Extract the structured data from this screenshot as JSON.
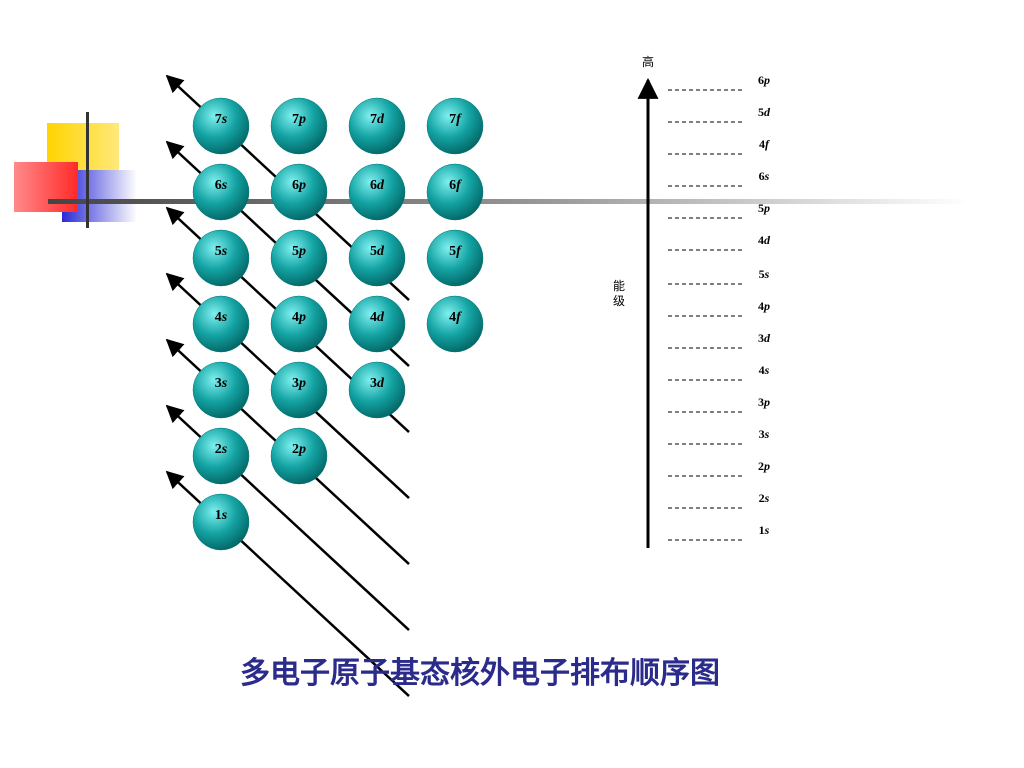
{
  "title": "多电子原子基态核外电子排布顺序图",
  "colors": {
    "sphere": "#14a3a3",
    "title": "#2b2b8c",
    "arrow": "#000000"
  },
  "orbitals": [
    {
      "row": 0,
      "col": 0,
      "n": "7",
      "l": "s"
    },
    {
      "row": 0,
      "col": 1,
      "n": "7",
      "l": "p"
    },
    {
      "row": 0,
      "col": 2,
      "n": "7",
      "l": "d"
    },
    {
      "row": 0,
      "col": 3,
      "n": "7",
      "l": "f"
    },
    {
      "row": 1,
      "col": 0,
      "n": "6",
      "l": "s"
    },
    {
      "row": 1,
      "col": 1,
      "n": "6",
      "l": "p"
    },
    {
      "row": 1,
      "col": 2,
      "n": "6",
      "l": "d"
    },
    {
      "row": 1,
      "col": 3,
      "n": "6",
      "l": "f"
    },
    {
      "row": 2,
      "col": 0,
      "n": "5",
      "l": "s"
    },
    {
      "row": 2,
      "col": 1,
      "n": "5",
      "l": "p"
    },
    {
      "row": 2,
      "col": 2,
      "n": "5",
      "l": "d"
    },
    {
      "row": 2,
      "col": 3,
      "n": "5",
      "l": "f"
    },
    {
      "row": 3,
      "col": 0,
      "n": "4",
      "l": "s"
    },
    {
      "row": 3,
      "col": 1,
      "n": "4",
      "l": "p"
    },
    {
      "row": 3,
      "col": 2,
      "n": "4",
      "l": "d"
    },
    {
      "row": 3,
      "col": 3,
      "n": "4",
      "l": "f"
    },
    {
      "row": 4,
      "col": 0,
      "n": "3",
      "l": "s"
    },
    {
      "row": 4,
      "col": 1,
      "n": "3",
      "l": "p"
    },
    {
      "row": 4,
      "col": 2,
      "n": "3",
      "l": "d"
    },
    {
      "row": 5,
      "col": 0,
      "n": "2",
      "l": "s"
    },
    {
      "row": 5,
      "col": 1,
      "n": "2",
      "l": "p"
    },
    {
      "row": 6,
      "col": 0,
      "n": "1",
      "l": "s"
    }
  ],
  "energy_axis": {
    "top_label": "高",
    "side_label": [
      "能",
      "级"
    ],
    "levels_top_to_bottom": [
      {
        "n": "6",
        "l": "p"
      },
      {
        "n": "5",
        "l": "d"
      },
      {
        "n": "4",
        "l": "f"
      },
      {
        "n": "6",
        "l": "s"
      },
      {
        "n": "5",
        "l": "p"
      },
      {
        "n": "4",
        "l": "d"
      },
      {
        "n": "5",
        "l": "s"
      },
      {
        "n": "4",
        "l": "p"
      },
      {
        "n": "3",
        "l": "d"
      },
      {
        "n": "4",
        "l": "s"
      },
      {
        "n": "3",
        "l": "p"
      },
      {
        "n": "3",
        "l": "s"
      },
      {
        "n": "2",
        "l": "p"
      },
      {
        "n": "2",
        "l": "s"
      },
      {
        "n": "1",
        "l": "s"
      }
    ]
  }
}
